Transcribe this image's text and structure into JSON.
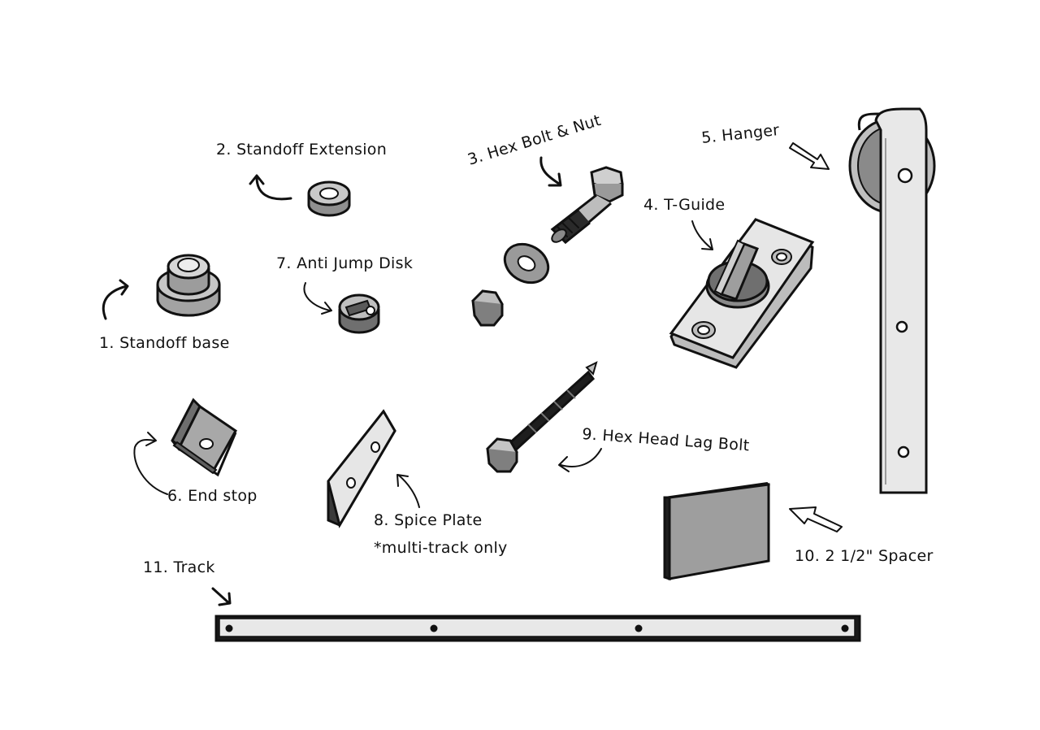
{
  "parts": [
    {
      "id": "standoff-base",
      "label": "1. Standoff base"
    },
    {
      "id": "standoff-extension",
      "label": "2. Standoff Extension"
    },
    {
      "id": "hex-bolt-nut",
      "label": "3. Hex Bolt & Nut"
    },
    {
      "id": "t-guide",
      "label": "4. T-Guide"
    },
    {
      "id": "hanger",
      "label": "5. Hanger"
    },
    {
      "id": "end-stop",
      "label": "6. End stop"
    },
    {
      "id": "anti-jump-disk",
      "label": "7. Anti Jump Disk"
    },
    {
      "id": "splice-plate",
      "label": "8. Spice Plate",
      "note": "*multi-track only"
    },
    {
      "id": "hex-head-lag-bolt",
      "label": "9. Hex Head Lag Bolt"
    },
    {
      "id": "spacer",
      "label": "10. 2 1/2\" Spacer"
    },
    {
      "id": "track",
      "label": "11. Track"
    }
  ],
  "colors": {
    "ink": "#111111",
    "metal_light": "#e8e8e8",
    "metal_mid": "#b9b9b9",
    "metal_dark": "#8a8a8a",
    "background": "#ffffff"
  }
}
